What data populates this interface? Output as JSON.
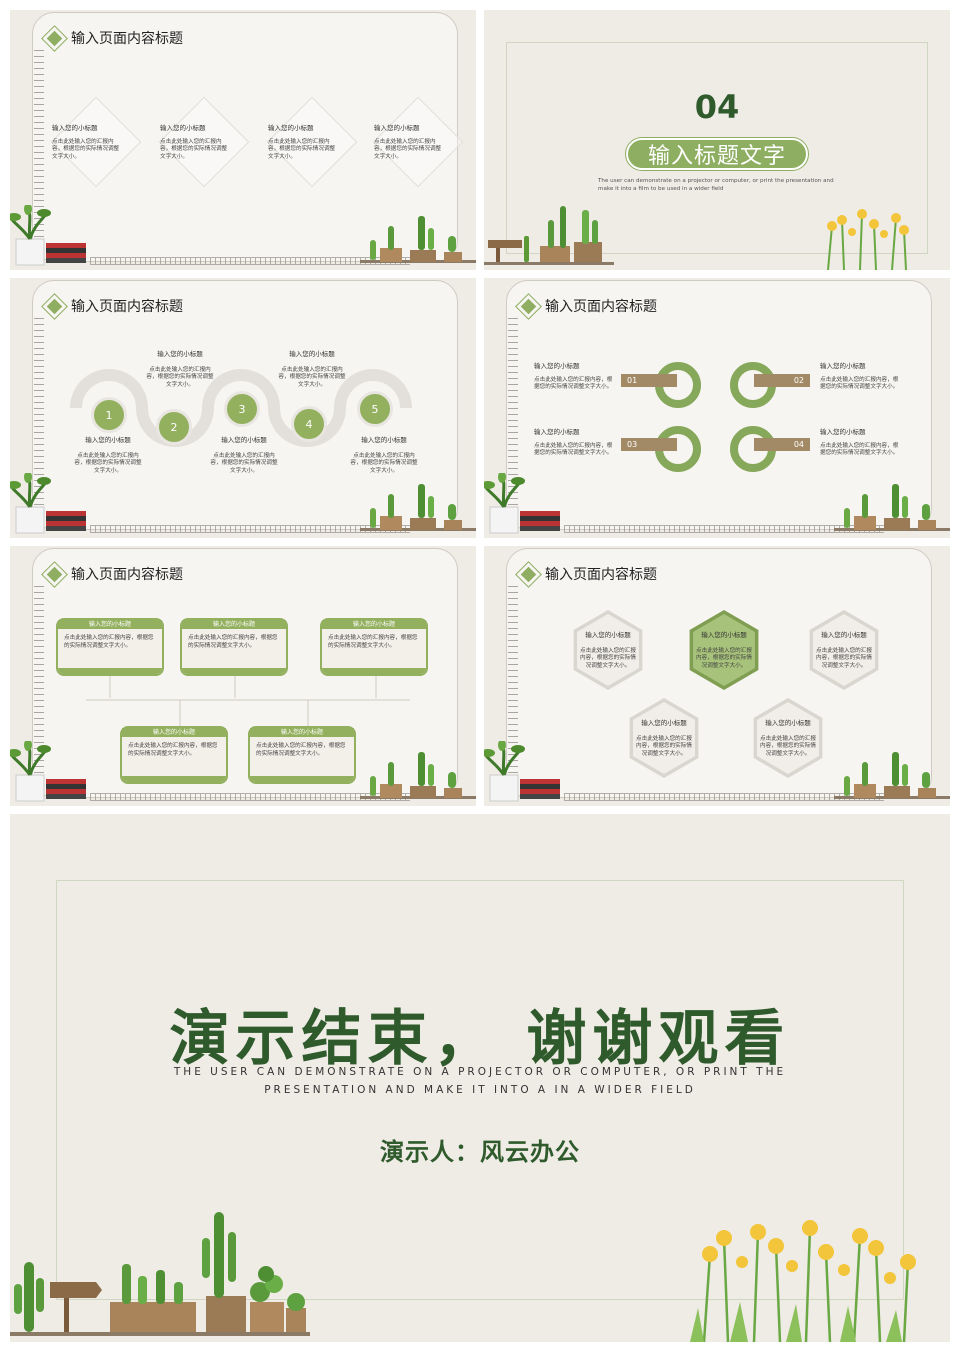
{
  "header_title": "输入页面内容标题",
  "subtitle_label": "输入您的小标题",
  "body_text_a": "点击此处输入您的汇报内容，根据您的实际情况调整文字大小。",
  "body_text_b": "点击此处输入您的汇报内容，根据您的实际情况调整文字大小。",
  "section": {
    "number": "04",
    "title": "输入标题文字",
    "english": "The user can demonstrate on a projector or computer, or print the presentation and make it into a film to be used in a wider field"
  },
  "steps": [
    "1",
    "2",
    "3",
    "4",
    "5"
  ],
  "tabs": [
    "01",
    "02",
    "03",
    "04"
  ],
  "ending": {
    "title": "演示结束， 谢谢观看",
    "english_line1": "THE USER CAN DEMONSTRATE ON A PROJECTOR OR COMPUTER, OR PRINT THE",
    "english_line2": "PRESENTATION AND MAKE IT INTO A IN A WIDER FIELD",
    "presenter": "演示人：风云办公"
  },
  "colors": {
    "accent_green": "#93b05f",
    "dark_green": "#2e5a2c",
    "tab_brown": "#a38a67",
    "background": "#efebe5"
  }
}
